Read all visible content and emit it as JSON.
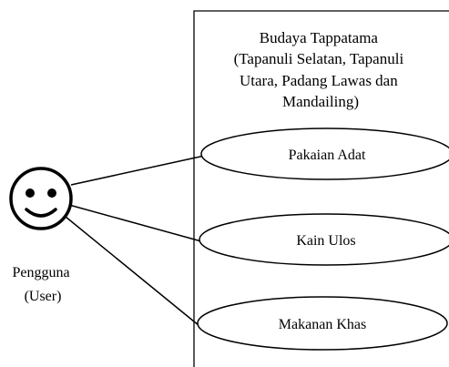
{
  "system": {
    "title_lines": [
      "Budaya Tappatama",
      "(Tapanuli Selatan, Tapanuli",
      "Utara, Padang Lawas dan",
      "Mandailing)"
    ]
  },
  "actor": {
    "name": "Pengguna",
    "role": "(User)",
    "icon": "smiley-face-icon"
  },
  "use_cases": [
    {
      "label": "Pakaian Adat"
    },
    {
      "label": "Kain Ulos"
    },
    {
      "label": "Makanan Khas"
    }
  ]
}
